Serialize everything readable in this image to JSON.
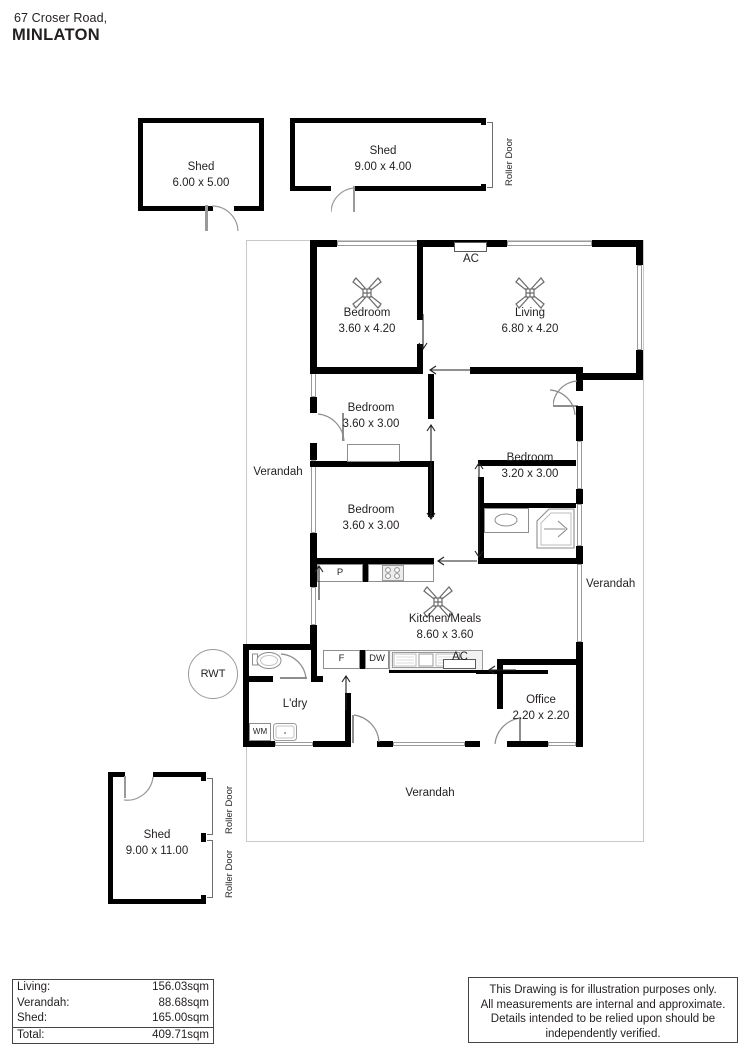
{
  "header": {
    "address_line1": "67 Croser Road,",
    "address_line2": "MINLATON"
  },
  "sheds": [
    {
      "id": "shed-top-left",
      "name": "Shed",
      "dimensions": "6.00 x 5.00"
    },
    {
      "id": "shed-top-right",
      "name": "Shed",
      "dimensions": "9.00 x 4.00",
      "door_label": "Roller Door"
    },
    {
      "id": "shed-bottom",
      "name": "Shed",
      "dimensions": "9.00 x 11.00",
      "door_label_1": "Roller Door",
      "door_label_2": "Roller Door"
    }
  ],
  "rooms": [
    {
      "id": "bedroom-1",
      "name": "Bedroom",
      "dimensions": "3.60 x 4.20"
    },
    {
      "id": "living",
      "name": "Living",
      "dimensions": "6.80 x 4.20"
    },
    {
      "id": "bedroom-2",
      "name": "Bedroom",
      "dimensions": "3.60 x 3.00"
    },
    {
      "id": "bedroom-3",
      "name": "Bedroom",
      "dimensions": "3.60 x 3.00"
    },
    {
      "id": "bedroom-4",
      "name": "Bedroom",
      "dimensions": "3.20 x 3.00"
    },
    {
      "id": "kitchen-meals",
      "name": "Kitchen/Meals",
      "dimensions": "8.60 x 3.60"
    },
    {
      "id": "office",
      "name": "Office",
      "dimensions": "2.20 x 2.20"
    },
    {
      "id": "laundry",
      "name": "L'dry",
      "dimensions": ""
    }
  ],
  "verandahs": {
    "left": "Verandah",
    "right": "Verandah",
    "bottom": "Verandah"
  },
  "annotations": {
    "ac_top": "AC",
    "ac_kitchen": "AC",
    "pantry": "P",
    "fridge": "F",
    "dishwasher": "DW",
    "washing_machine": "WM",
    "rainwater_tank": "RWT"
  },
  "area_table": {
    "rows": [
      {
        "label": "Living:",
        "value": "156.03sqm"
      },
      {
        "label": "Verandah:",
        "value": "88.68sqm"
      },
      {
        "label": "Shed:",
        "value": "165.00sqm"
      }
    ],
    "total": {
      "label": "Total:",
      "value": "409.71sqm"
    }
  },
  "disclaimer": {
    "line1": "This Drawing is for illustration purposes only.",
    "line2": "All measurements are internal and approximate.",
    "line3": "Details intended to be relied upon should be",
    "line4": "independently verified."
  },
  "colors": {
    "wall": "#000000",
    "text": "#231f20",
    "light_line": "#bdbdbd",
    "fixture_line": "#8d8d8d"
  }
}
